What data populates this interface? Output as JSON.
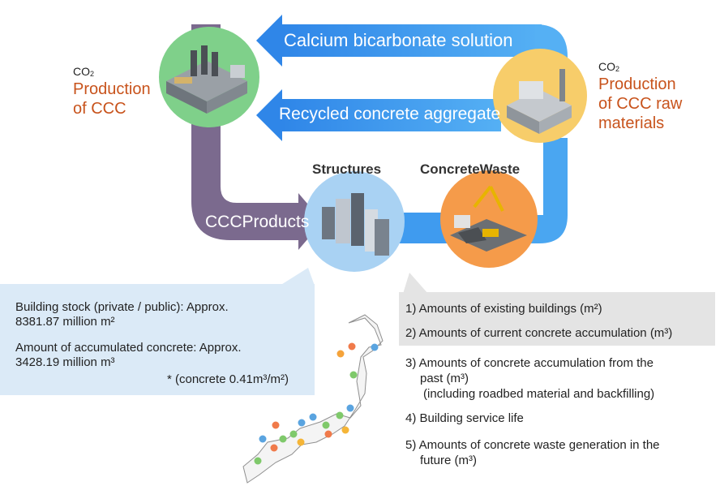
{
  "arrows": {
    "calcium": "Calcium bicarbonate solution",
    "recycled": "Recycled concrete aggregate",
    "ccc_products": "CCCProducts"
  },
  "nodes": {
    "structures": "Structures",
    "concrete_waste": "ConcreteWaste",
    "production_ccc": {
      "co2": "CO",
      "co2_sub": "2",
      "label_line1": "Production",
      "label_line2": "of CCC"
    },
    "production_raw": {
      "co2": "CO",
      "co2_sub": "2",
      "label_line1": "Production",
      "label_line2": "of CCC raw",
      "label_line3": "materials"
    }
  },
  "info_left": {
    "stock_line1": "Building stock (private / public): Approx.",
    "stock_line2": "8381.87 million m²",
    "concrete_line1": "Amount of accumulated concrete: Approx.",
    "concrete_line2": "3428.19 million m³",
    "note": "* (concrete 0.41m³/m²)"
  },
  "list": [
    "1) Amounts of existing buildings (m²)",
    "2) Amounts of current concrete accumulation (m³)",
    "3) Amounts of concrete accumulation from the",
    "past (m³)",
    "(including roadbed material and backfilling)",
    "4) Building service life",
    "5) Amounts of concrete waste generation in the",
    "future (m³)"
  ],
  "colors": {
    "blue_arrow": "#3b96ee",
    "purple_arrow": "#7b6a8e",
    "production_circle": "#7fd08a",
    "raw_circle": "#f7cd6a",
    "structures_circle": "#a9d2f3",
    "waste_circle": "#f59b4a",
    "accent_text": "#c8531c"
  }
}
